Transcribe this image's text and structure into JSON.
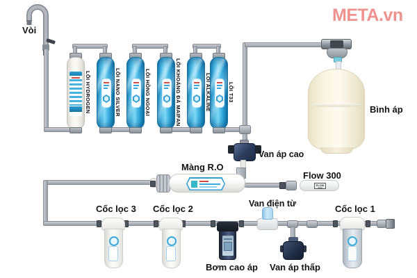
{
  "brand": {
    "watermark": "META.vn"
  },
  "colors": {
    "watermark_pink": "#f0928e",
    "pipe_gray": "#aeb4bb",
    "filter_blue": "#2fa9dd",
    "component_navy": "#24344f",
    "tank_cream": "#f7f2de",
    "solenoid_cap_blue": "#a9d7f1",
    "label_black": "#121212"
  },
  "faucet": {
    "label": "Vòi"
  },
  "inline_filters": [
    {
      "id": "hydrogen",
      "label": "LÕI HYDROGEN"
    },
    {
      "id": "nano-silver",
      "label": "LÕI NANO SILVER"
    },
    {
      "id": "hong-ngoai",
      "label": "LÕI HỒNG NGOẠI"
    },
    {
      "id": "khoang-da-maifan",
      "label": "LÕI KHOÁNG ĐÁ MAIFAN"
    },
    {
      "id": "alkaline",
      "label": "LÕI ALKALINE"
    },
    {
      "id": "t33",
      "label": "LÕI T33"
    }
  ],
  "tank": {
    "label": "Bình áp"
  },
  "ro_membrane": {
    "label": "Màng R.O"
  },
  "flow_restrictor": {
    "label": "Flow 300",
    "body_text": "FLOW 300"
  },
  "valves": {
    "high_pressure": "Van áp cao",
    "solenoid": "Van điện từ",
    "low_pressure": "Van áp thấp"
  },
  "pump": {
    "label": "Bơm cao áp"
  },
  "filter_cups": [
    {
      "label": "Cốc lọc 3"
    },
    {
      "label": "Cốc lọc 2"
    },
    {
      "label": "Cốc lọc 1"
    }
  ]
}
